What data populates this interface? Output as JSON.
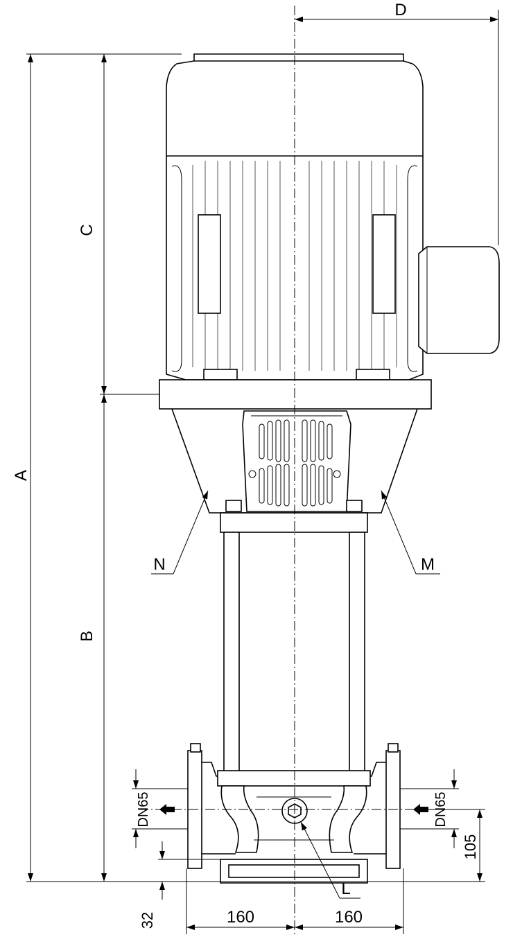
{
  "diagram": {
    "dimension_labels": {
      "A": "A",
      "B": "B",
      "C": "C",
      "D": "D",
      "base_offset": "32",
      "left_half_width": "160",
      "right_half_width": "160",
      "port_height": "105",
      "inlet_dn": "DN65",
      "outlet_dn": "DN65"
    },
    "callouts": {
      "N": "N",
      "M": "M",
      "L": "L"
    }
  }
}
